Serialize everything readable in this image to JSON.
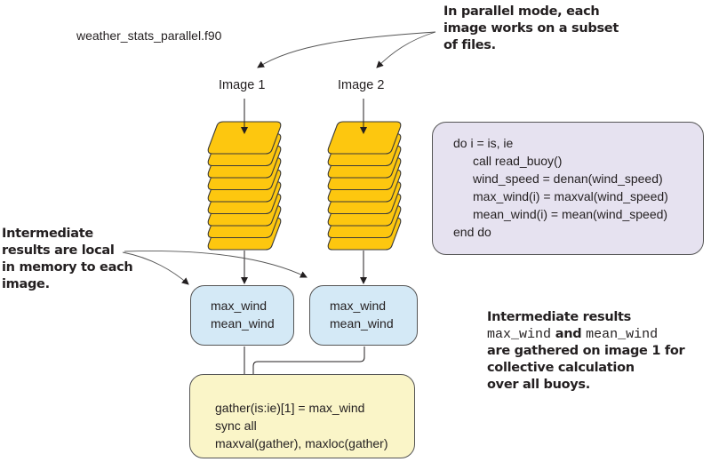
{
  "filename": "weather_stats_parallel.f90",
  "images": [
    {
      "label": "Image 1",
      "file_count": 9
    },
    {
      "label": "Image 2",
      "file_count": 9
    }
  ],
  "notes": {
    "parallel": [
      "In parallel mode, each",
      "image works on a subset",
      "of files."
    ],
    "local": [
      "Intermediate",
      "results are local",
      "in memory to each",
      "image."
    ],
    "gathered": {
      "line1": "Intermediate results",
      "line2_code_a": "max_wind",
      "line2_and": " and ",
      "line2_code_b": "mean_wind",
      "line3": "are gathered on image 1 for",
      "line4": "collective calculation",
      "line5": "over all buoys."
    }
  },
  "code_loop": [
    "do i = is, ie",
    "call read_buoy()",
    "wind_speed = denan(wind_speed)",
    "max_wind(i) = maxval(wind_speed)",
    "mean_wind(i) = mean(wind_speed)",
    "end do"
  ],
  "results": [
    {
      "line1": "max_wind",
      "line2": "mean_wind"
    },
    {
      "line1": "max_wind",
      "line2": "mean_wind"
    }
  ],
  "gather_code": [
    "gather(is:ie)[1] = max_wind",
    "sync all",
    "maxval(gather), maxloc(gather)"
  ],
  "colors": {
    "file_fill": "#fdc70f",
    "file_stroke": "#3a3a3a",
    "code_box": "#e6e2f0",
    "result_box": "#d4e9f6",
    "gather_box": "#faf5c8"
  }
}
